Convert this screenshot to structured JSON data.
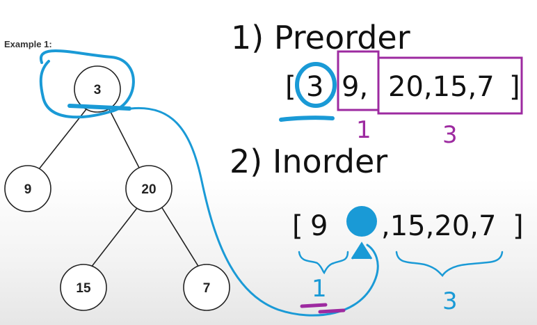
{
  "example_label": "Example 1:",
  "tree": {
    "nodes": [
      "3",
      "9",
      "20",
      "15",
      "7"
    ]
  },
  "notes": {
    "step1_label": "1) Preorder",
    "preorder": {
      "open_bracket": "[",
      "root": "3",
      "left_part": "9,",
      "right_part": "20,15,7",
      "close_bracket": "]",
      "left_count": "1",
      "right_count": "3"
    },
    "step2_label": "2) Inorder",
    "inorder": {
      "open_bracket": "[",
      "left_part": "9",
      "right_part": ",15,20,7",
      "close_bracket": "]",
      "left_count": "1",
      "right_count": "3"
    }
  },
  "colors": {
    "blue_ink": "#1a9ad6",
    "purple_ink": "#9d2aa0",
    "black_ink": "#111111"
  }
}
